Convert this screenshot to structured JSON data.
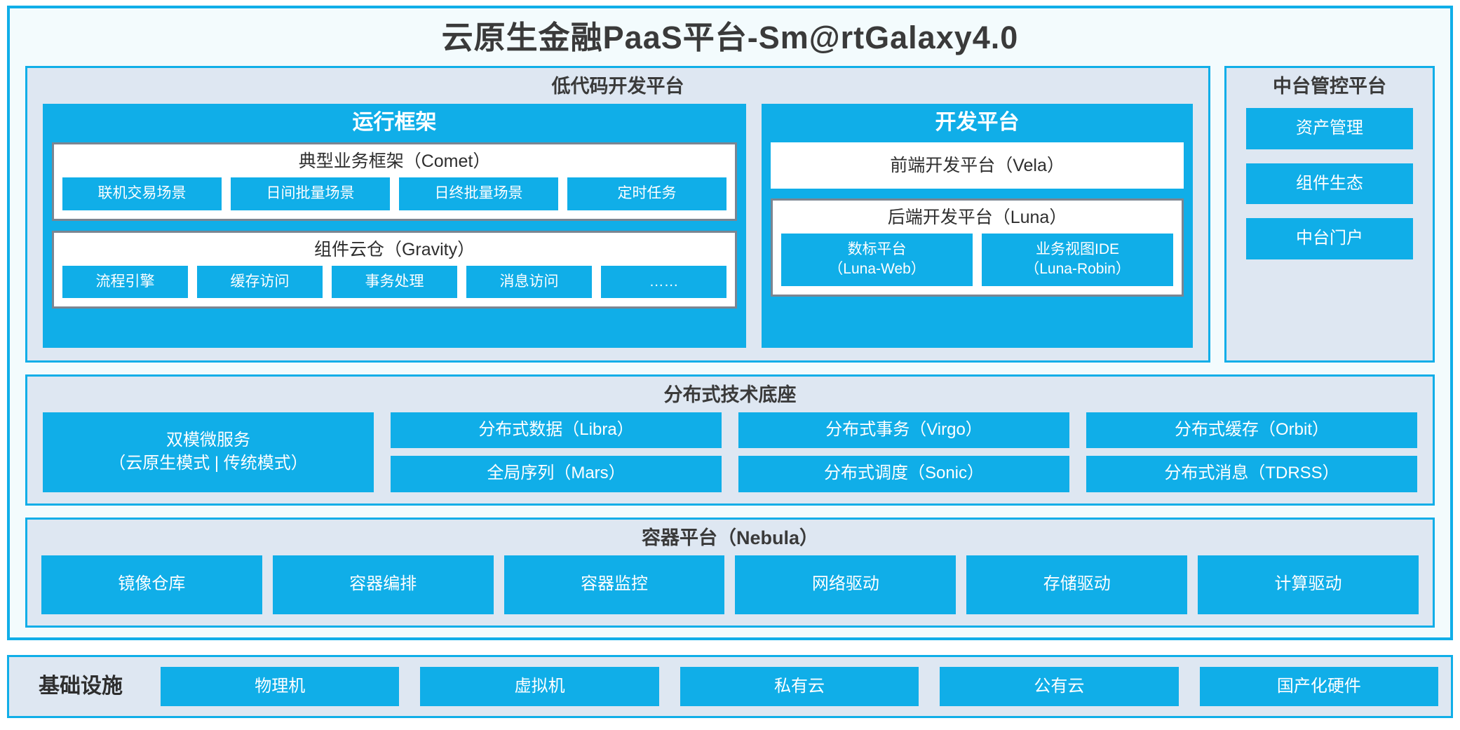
{
  "app": {
    "title": "云原生金融PaaS平台-Sm@rtGalaxy4.0",
    "accent_color": "#10AEE8",
    "panel_bg_color": "#DEE7F2",
    "frame_bg_color": "#F3FBFD",
    "text_color": "#3A3A3A"
  },
  "lowcode": {
    "title": "低代码开发平台",
    "runtime": {
      "title": "运行框架",
      "comet": {
        "title": "典型业务框架（Comet）",
        "items": [
          "联机交易场景",
          "日间批量场景",
          "日终批量场景",
          "定时任务"
        ]
      },
      "gravity": {
        "title": "组件云仓（Gravity）",
        "items": [
          "流程引擎",
          "缓存访问",
          "事务处理",
          "消息访问",
          "……"
        ]
      }
    },
    "devplatform": {
      "title": "开发平台",
      "frontend": "前端开发平台（Vela）",
      "backend": {
        "title": "后端开发平台（Luna）",
        "items": [
          {
            "line1": "数标平台",
            "line2": "（Luna-Web）"
          },
          {
            "line1": "业务视图IDE",
            "line2": "（Luna-Robin）"
          }
        ]
      }
    }
  },
  "midoffice": {
    "title": "中台管控平台",
    "items": [
      "资产管理",
      "组件生态",
      "中台门户"
    ]
  },
  "distributed": {
    "title": "分布式技术底座",
    "microservice": {
      "line1": "双模微服务",
      "line2": "（云原生模式 | 传统模式）"
    },
    "columns": [
      [
        "分布式数据（Libra）",
        "全局序列（Mars）"
      ],
      [
        "分布式事务（Virgo）",
        "分布式调度（Sonic）"
      ],
      [
        "分布式缓存（Orbit）",
        "分布式消息（TDRSS）"
      ]
    ]
  },
  "container": {
    "title": "容器平台（Nebula）",
    "items": [
      "镜像仓库",
      "容器编排",
      "容器监控",
      "网络驱动",
      "存储驱动",
      "计算驱动"
    ]
  },
  "infrastructure": {
    "label": "基础设施",
    "items": [
      "物理机",
      "虚拟机",
      "私有云",
      "公有云",
      "国产化硬件"
    ]
  }
}
